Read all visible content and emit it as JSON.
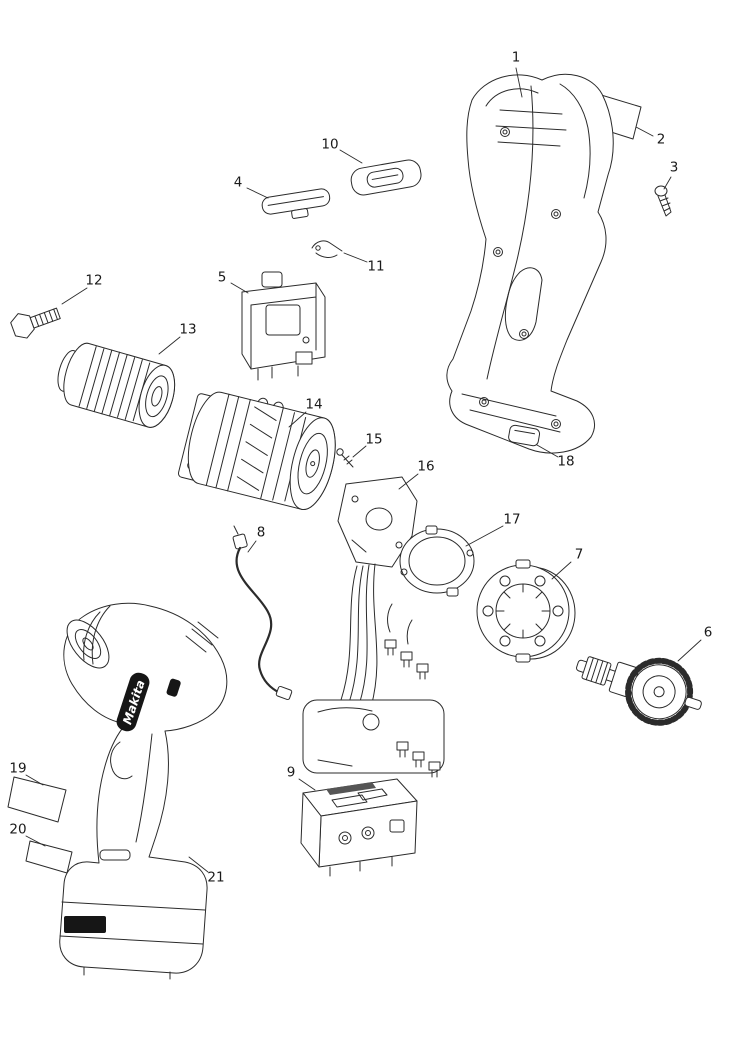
{
  "diagram": {
    "kind": "exploded-parts-diagram",
    "background": "#ffffff",
    "line_color": "#2b2b2b",
    "brand_text": "Makita",
    "callouts": [
      {
        "num": "1",
        "label": [
          516,
          58
        ],
        "line": [
          516,
          68,
          522,
          97
        ]
      },
      {
        "num": "2",
        "label": [
          661,
          140
        ],
        "line": [
          653,
          136,
          636,
          127
        ]
      },
      {
        "num": "3",
        "label": [
          674,
          168
        ],
        "line": [
          671,
          177,
          664,
          189
        ]
      },
      {
        "num": "4",
        "label": [
          238,
          183
        ],
        "line": [
          247,
          188,
          268,
          198
        ]
      },
      {
        "num": "5",
        "label": [
          222,
          278
        ],
        "line": [
          231,
          283,
          248,
          293
        ]
      },
      {
        "num": "6",
        "label": [
          708,
          633
        ],
        "line": [
          701,
          640,
          678,
          661
        ]
      },
      {
        "num": "7",
        "label": [
          579,
          555
        ],
        "line": [
          571,
          562,
          552,
          579
        ]
      },
      {
        "num": "8",
        "label": [
          261,
          533
        ],
        "line": [
          256,
          541,
          248,
          552
        ]
      },
      {
        "num": "9",
        "label": [
          291,
          773
        ],
        "line": [
          299,
          779,
          315,
          790
        ]
      },
      {
        "num": "10",
        "label": [
          330,
          145
        ],
        "line": [
          340,
          150,
          362,
          163
        ]
      },
      {
        "num": "11",
        "label": [
          376,
          267
        ],
        "line": [
          367,
          262,
          344,
          253
        ]
      },
      {
        "num": "12",
        "label": [
          94,
          281
        ],
        "line": [
          87,
          288,
          62,
          304
        ]
      },
      {
        "num": "13",
        "label": [
          188,
          330
        ],
        "line": [
          180,
          337,
          159,
          354
        ]
      },
      {
        "num": "14",
        "label": [
          314,
          405
        ],
        "line": [
          306,
          412,
          289,
          427
        ]
      },
      {
        "num": "15",
        "label": [
          374,
          440
        ],
        "line": [
          366,
          446,
          353,
          457
        ]
      },
      {
        "num": "16",
        "label": [
          426,
          467
        ],
        "line": [
          418,
          474,
          399,
          489
        ]
      },
      {
        "num": "17",
        "label": [
          512,
          520
        ],
        "line": [
          503,
          526,
          466,
          546
        ]
      },
      {
        "num": "18",
        "label": [
          566,
          462
        ],
        "line": [
          558,
          457,
          537,
          445
        ]
      },
      {
        "num": "19",
        "label": [
          18,
          769
        ],
        "line": [
          26,
          775,
          43,
          785
        ]
      },
      {
        "num": "20",
        "label": [
          18,
          830
        ],
        "line": [
          26,
          836,
          45,
          846
        ]
      },
      {
        "num": "21",
        "label": [
          216,
          878
        ],
        "line": [
          208,
          872,
          189,
          857
        ]
      }
    ]
  }
}
